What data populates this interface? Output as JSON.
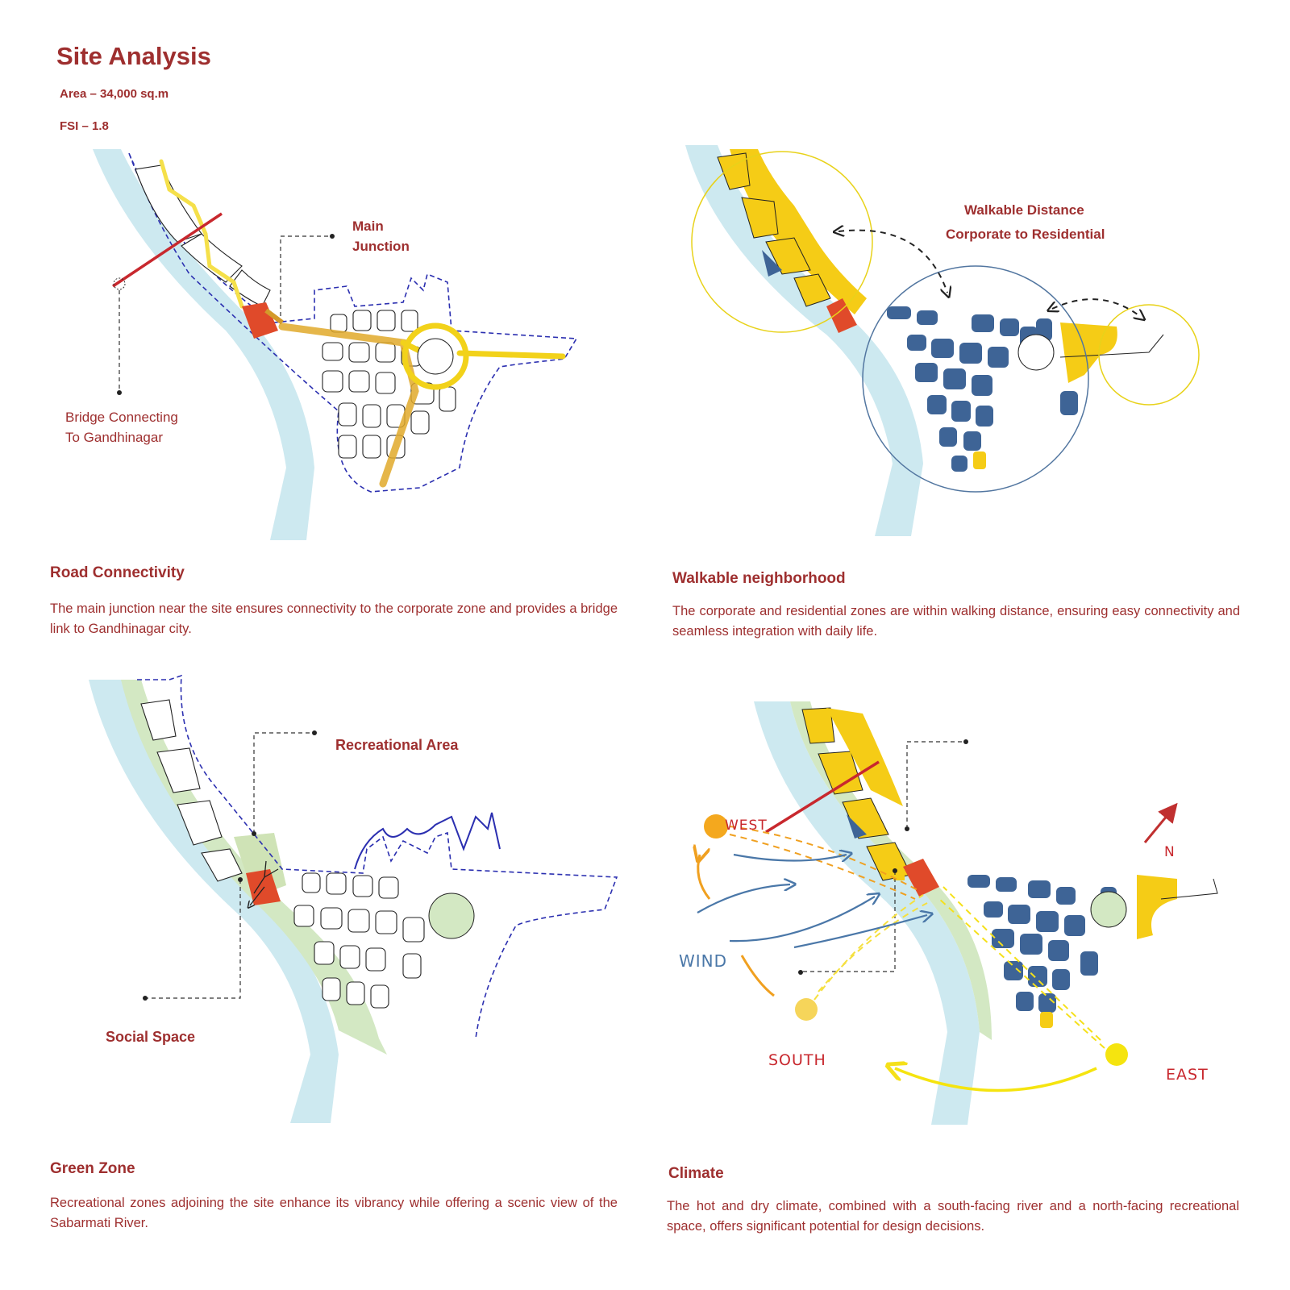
{
  "header": {
    "title": "Site Analysis",
    "area": "Area – 34,000 sq.m",
    "fsi": "FSI – 1.8"
  },
  "panels": {
    "road": {
      "heading": "Road Connectivity",
      "body": "The main junction near the site ensures connectivity to the corporate zone and provides a bridge link to Gandhinagar city.",
      "label_junction_1": "Main",
      "label_junction_2": "Junction",
      "label_bridge_1": "Bridge Connecting",
      "label_bridge_2": "To Gandhinagar"
    },
    "walk": {
      "heading": "Walkable neighborhood",
      "body": "The corporate and residential zones are within walking distance, ensuring easy connectivity and seamless integration with daily life.",
      "label_1": "Walkable Distance",
      "label_2": "Corporate to Residential"
    },
    "green": {
      "heading": "Green Zone",
      "body": "Recreational zones adjoining the site enhance its vibrancy while offering a scenic view of the Sabarmati River.",
      "label_recreational": "Recreational Area",
      "label_social": "Social Space"
    },
    "climate": {
      "heading": "Climate",
      "body": "The hot and dry climate, combined with a south-facing river and a north-facing recreational space, offers significant potential for design decisions.",
      "label_west": "WEST",
      "label_south": "SOUTH",
      "label_east": "EAST",
      "label_wind": "WIND",
      "label_north": "N"
    }
  },
  "colors": {
    "river": "#cde9f0",
    "text": "#9e2f2f",
    "site": "#e04a2a",
    "road": "#f2d21a",
    "corporate": "#f5cc16",
    "residential": "#3e6496",
    "green": "#d3e8c3",
    "boundary": "#2b2fb0",
    "wind": "#4a77a8"
  }
}
